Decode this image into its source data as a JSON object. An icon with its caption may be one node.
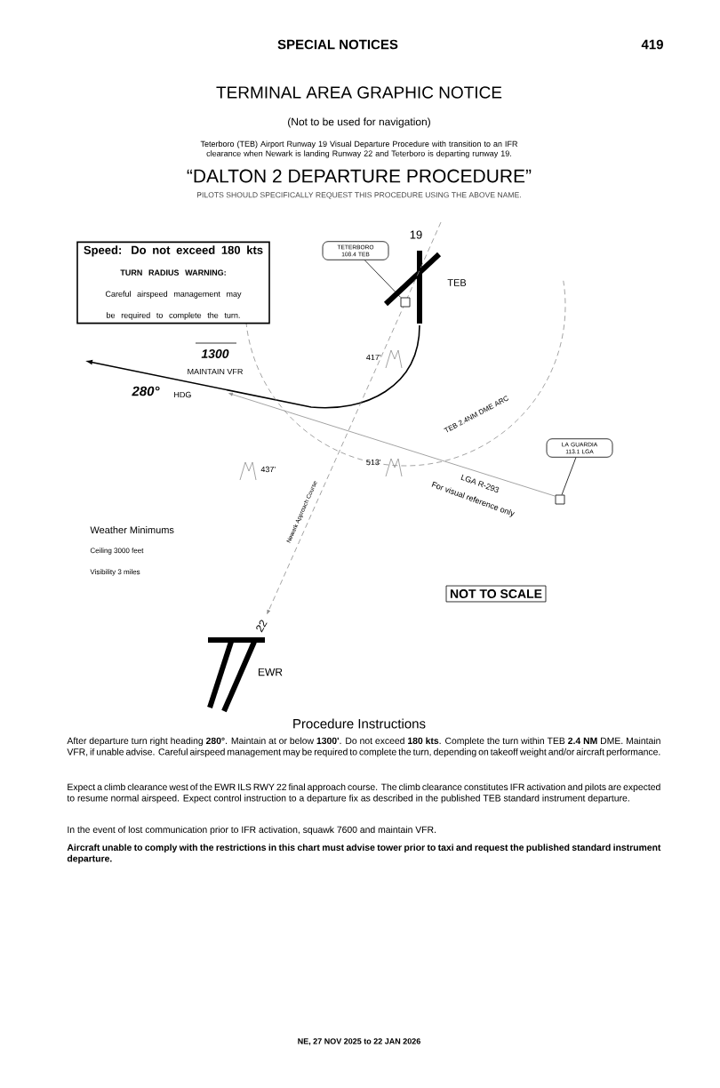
{
  "diagram": {
    "title": "TERMINAL AREA GRAPHIC NOTICE",
    "nodes": [
      {
        "text": [
          "Speed: Do not exceed 180 kts",
          "TURN RADIUS WARNING:",
          "Careful airspeed management may be required to complete the turn."
        ]
      },
      {
        "text": [
          "TETERBORO 108.4 TEB"
        ]
      },
      {
        "text": [],
        "shape": "box"
      },
      {
        "text": [
          "LA GUARDIA 113.1 LGA"
        ]
      },
      {
        "text": [],
        "shape": "box"
      },
      {
        "text": [
          "NOT TO SCALE"
        ]
      }
    ],
    "edges": [
      {
        "from": 1,
        "to": 2,
        "arrow": "none"
      },
      {
        "from": 3,
        "to": 4,
        "arrow": "none"
      }
    ],
    "labels": [
      "SPECIAL NOTICES",
      "419",
      "(Not to be used for navigation)",
      "Teterboro (TEB) Airport Runway 19 Visual Departure Procedure with transition to an IFR clearance when Newark is landing Runway 22 and Teterboro is departing runway 19.",
      "“DALTON 2 DEPARTURE PROCEDURE”",
      "PILOTS SHOULD SPECIFICALLY REQUEST THIS PROCEDURE USING THE ABOVE NAME.",
      "19",
      "TEB",
      "1300",
      "MAINTAIN VFR",
      "280°",
      "HDG",
      "417'",
      "TEB 2.4NM DME ARC",
      "437'",
      "513'",
      "LGA R-293",
      "For visual reference only",
      "Newark Approach Course",
      "Weather Minimums",
      "Ceiling 3000 feet",
      "Visibility 3 miles",
      "22",
      "EWR",
      "Procedure Instructions",
      "After departure turn right heading **280°**. Maintain at or below **1300'**. Do not exceed **180 kts**. Complete the turn within TEB **2.4 NM** DME. Maintain VFR, if unable advise. Careful airspeed management may be required to complete the turn, depending on takeoff weight and/or aircraft performance.",
      "Expect a climb clearance west of the EWR ILS RWY 22 final approach course. The climb clearance constitutes IFR activation and pilots are expected to resume normal airspeed. Expect control instruction to a departure fix as described in the published TEB standard instrument departure.",
      "In the event of lost communication prior to IFR activation, squawk 7600 and maintain VFR.",
      "Aircraft unable to comply with the restrictions in this chart must advise tower prior to taxi and request the published standard instrument departure.",
      "NE, 27 NOV 2025 to 22 JAN 2026"
    ]
  }
}
